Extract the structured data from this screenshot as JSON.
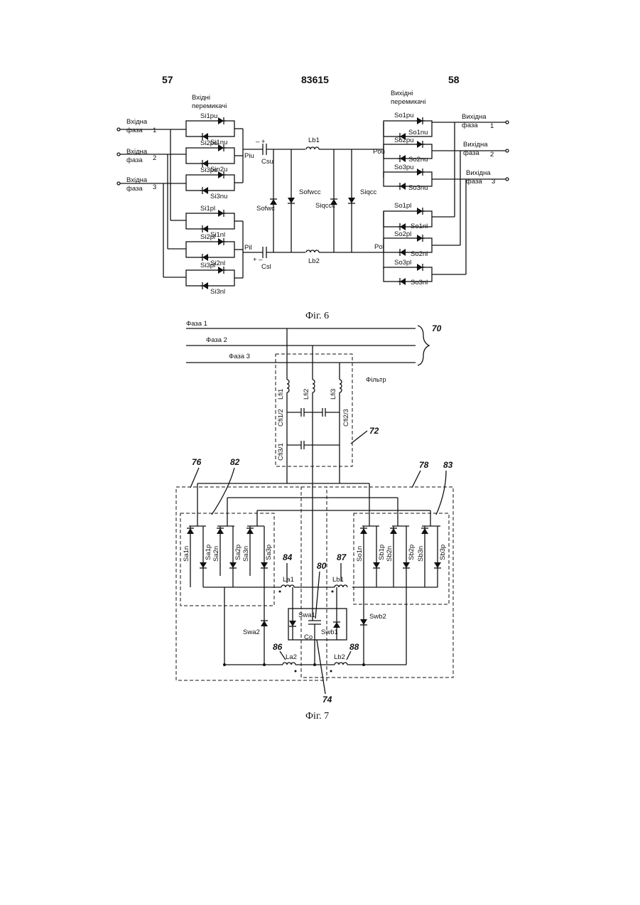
{
  "header": {
    "left_page": "57",
    "center_number": "83615",
    "right_page": "58"
  },
  "fig6": {
    "caption": "Фіг. 6",
    "input_switches_title": [
      "Вхідні",
      "перемикачі"
    ],
    "output_switches_title": [
      "Вихідні",
      "перемикачі"
    ],
    "input_phases": [
      {
        "label": [
          "Вхідна",
          "фаза"
        ],
        "number": "1"
      },
      {
        "label": [
          "Вхідна",
          "фаза"
        ],
        "number": "2"
      },
      {
        "label": [
          "Вхідна",
          "фаза"
        ],
        "number": "3"
      }
    ],
    "output_phases": [
      {
        "label": [
          "Вихідна",
          "фаза"
        ],
        "number": "1"
      },
      {
        "label": [
          "Вихідна",
          "фаза"
        ],
        "number": "2"
      },
      {
        "label": [
          "Вихідна",
          "фаза"
        ],
        "number": "3"
      }
    ],
    "input_switch_pairs": [
      {
        "top": "Si1pu",
        "bottom": "Si1nu"
      },
      {
        "top": "Si2pu",
        "bottom": "Sin2u"
      },
      {
        "top": "Si3pu",
        "bottom": "Si3nu"
      },
      {
        "top": "Si1pl",
        "bottom": "Si1nl"
      },
      {
        "top": "Si2pl",
        "bottom": "Si2nl"
      },
      {
        "top": "Si3pl",
        "bottom": "Si3nl"
      }
    ],
    "output_switch_pairs": [
      {
        "top": "So1pu",
        "bottom": "So1nu"
      },
      {
        "top": "So2pu",
        "bottom": "So2nu"
      },
      {
        "top": "So3pu",
        "bottom": "So3nu"
      },
      {
        "top": "So1pl",
        "bottom": "So1nl"
      },
      {
        "top": "So2pl",
        "bottom": "So2nl"
      },
      {
        "top": "So3pl",
        "bottom": "So3nl"
      }
    ],
    "nodes": {
      "piu": "Piu",
      "pil": "Pil",
      "pou": "Pou",
      "pol": "Pol"
    },
    "capacitors": {
      "upper": "Csu",
      "lower": "Csl",
      "upper_pol": "– +",
      "lower_pol": "+ –"
    },
    "inductors": {
      "upper": "Lb1",
      "lower": "Lb2"
    },
    "middle_switches": [
      "Sofwc",
      "Sofwcc",
      "Siqccc",
      "Siqcc"
    ]
  },
  "fig7": {
    "caption": "Фіг. 7",
    "phases": [
      "Фаза  1",
      "Фаза  2",
      "Фаза  3"
    ],
    "filter_label": "Фільтр",
    "filter_inductors": [
      "Lfi1",
      "Lfi2",
      "Lfi3"
    ],
    "filter_caps": [
      "Cfi1/2",
      "Cfi2/3",
      "Cfi3/1"
    ],
    "ref_numbers": {
      "bus": "70",
      "filter": "72",
      "core": "74",
      "left_module": "76",
      "right_module": "78",
      "cap": "80",
      "left_bank": "82",
      "right_bank": "83",
      "la1": "84",
      "la2": "86",
      "lb1": "87",
      "lb2": "88"
    },
    "left_bank_switches": [
      "Sa1n",
      "Sa1p",
      "Sa2n",
      "Sa2p",
      "Sa3n",
      "Sa3p"
    ],
    "right_bank_switches": [
      "So1n",
      "Sb1p",
      "Sb2n",
      "Sb2p",
      "Sb3n",
      "Sb3p"
    ],
    "inductors": {
      "la1": "La1",
      "la2": "La2",
      "lb1": "Lb1",
      "lb2": "Lb2"
    },
    "core": {
      "swa1": "Swa1",
      "swb1": "Swb1",
      "co": "Co"
    },
    "outer_switches": {
      "swa2": "Swa2",
      "swb2": "Swb2"
    }
  }
}
